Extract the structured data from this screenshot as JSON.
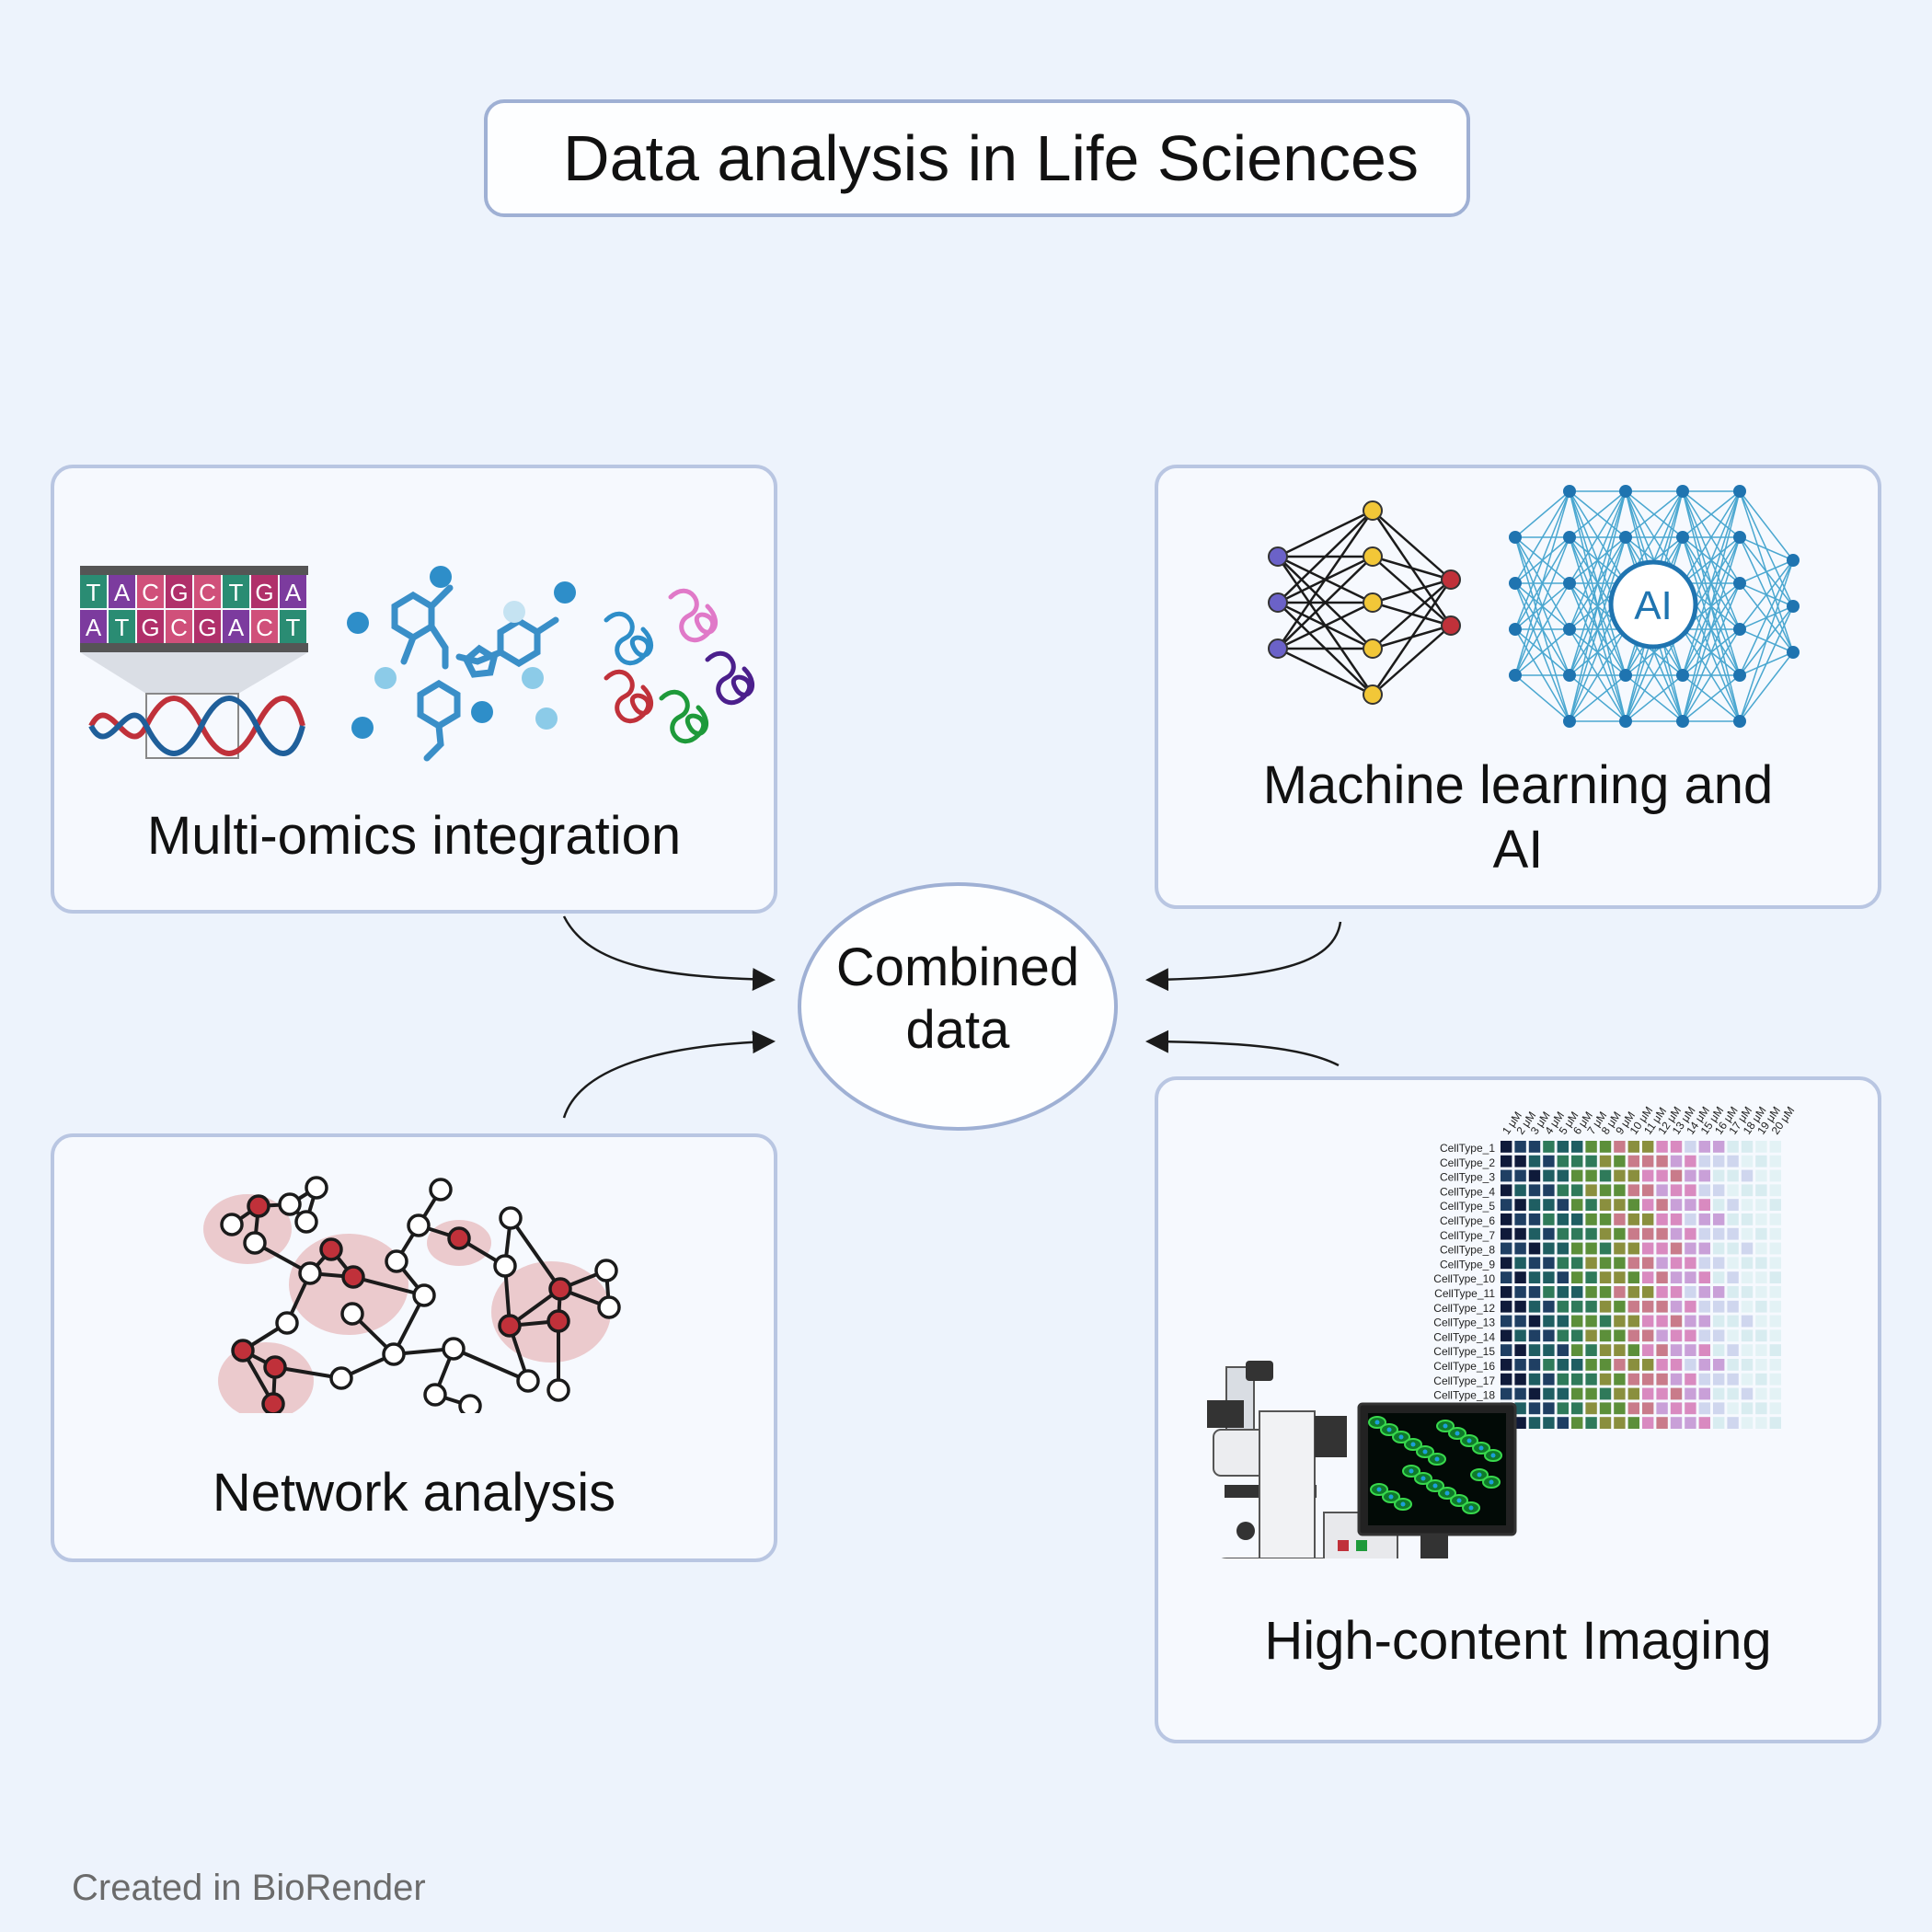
{
  "title": "Data analysis in Life Sciences",
  "center": {
    "label_line1": "Combined",
    "label_line2": "data"
  },
  "panels": {
    "multi_omics": {
      "label": "Multi-omics integration"
    },
    "machine_learning": {
      "label_line1": "Machine learning and",
      "label_line2": "AI",
      "icon_text": "AI"
    },
    "network": {
      "label": "Network analysis"
    },
    "imaging": {
      "label": "High-content Imaging"
    }
  },
  "dna": {
    "top_strand": [
      "T",
      "A",
      "C",
      "G",
      "C",
      "T",
      "G",
      "A"
    ],
    "bottom_strand": [
      "A",
      "T",
      "G",
      "C",
      "G",
      "A",
      "C",
      "T"
    ]
  },
  "heatmap": {
    "rows": [
      "CellType_1",
      "CellType_2",
      "CellType_3",
      "CellType_4",
      "CellType_5",
      "CellType_6",
      "CellType_7",
      "CellType_8",
      "CellType_9",
      "CellType_10",
      "CellType_11",
      "CellType_12",
      "CellType_13",
      "CellType_14",
      "CellType_15",
      "CellType_16",
      "CellType_17",
      "CellType_18"
    ],
    "columns": [
      "1 μM",
      "2 μM",
      "3 μM",
      "4 μM",
      "5 μM",
      "6 μM",
      "7 μM",
      "8 μM",
      "9 μM",
      "10 μM",
      "11 μM",
      "12 μM",
      "13 μM",
      "14 μM",
      "15 μM",
      "16 μM",
      "17 μM",
      "18 μM",
      "19 μM",
      "20 μM"
    ]
  },
  "credit": "Created in BioRender",
  "colors": {
    "background": "#edf3fc",
    "panel_border": "#b9c6e2",
    "accent_blue": "#3a8fc8",
    "network_blue": "#4aa7d0",
    "node_red": "#c0313a",
    "node_yellow": "#f2c738",
    "node_purple": "#6b62c8"
  }
}
